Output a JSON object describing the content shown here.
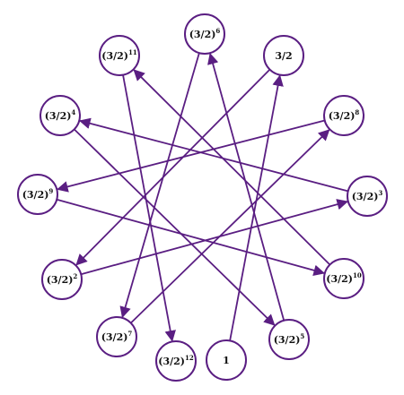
{
  "diagram": {
    "accent_color": "#5a1e82",
    "nodes": [
      {
        "id": "n1",
        "base": "1",
        "exp": ""
      },
      {
        "id": "n2",
        "base": "3/2",
        "exp": ""
      },
      {
        "id": "n3",
        "base": "(3/2)",
        "exp": "2"
      },
      {
        "id": "n4",
        "base": "(3/2)",
        "exp": "3"
      },
      {
        "id": "n5",
        "base": "(3/2)",
        "exp": "4"
      },
      {
        "id": "n6",
        "base": "(3/2)",
        "exp": "5"
      },
      {
        "id": "n7",
        "base": "(3/2)",
        "exp": "6"
      },
      {
        "id": "n8",
        "base": "(3/2)",
        "exp": "7"
      },
      {
        "id": "n9",
        "base": "(3/2)",
        "exp": "8"
      },
      {
        "id": "n10",
        "base": "(3/2)",
        "exp": "9"
      },
      {
        "id": "n11",
        "base": "(3/2)",
        "exp": "10"
      },
      {
        "id": "n12",
        "base": "(3/2)",
        "exp": "11"
      },
      {
        "id": "n13",
        "base": "(3/2)",
        "exp": "12"
      }
    ],
    "edges": [
      [
        "n1",
        "n2"
      ],
      [
        "n2",
        "n3"
      ],
      [
        "n3",
        "n4"
      ],
      [
        "n4",
        "n5"
      ],
      [
        "n5",
        "n6"
      ],
      [
        "n6",
        "n7"
      ],
      [
        "n7",
        "n8"
      ],
      [
        "n8",
        "n9"
      ],
      [
        "n9",
        "n10"
      ],
      [
        "n10",
        "n11"
      ],
      [
        "n11",
        "n12"
      ],
      [
        "n12",
        "n13"
      ]
    ]
  }
}
